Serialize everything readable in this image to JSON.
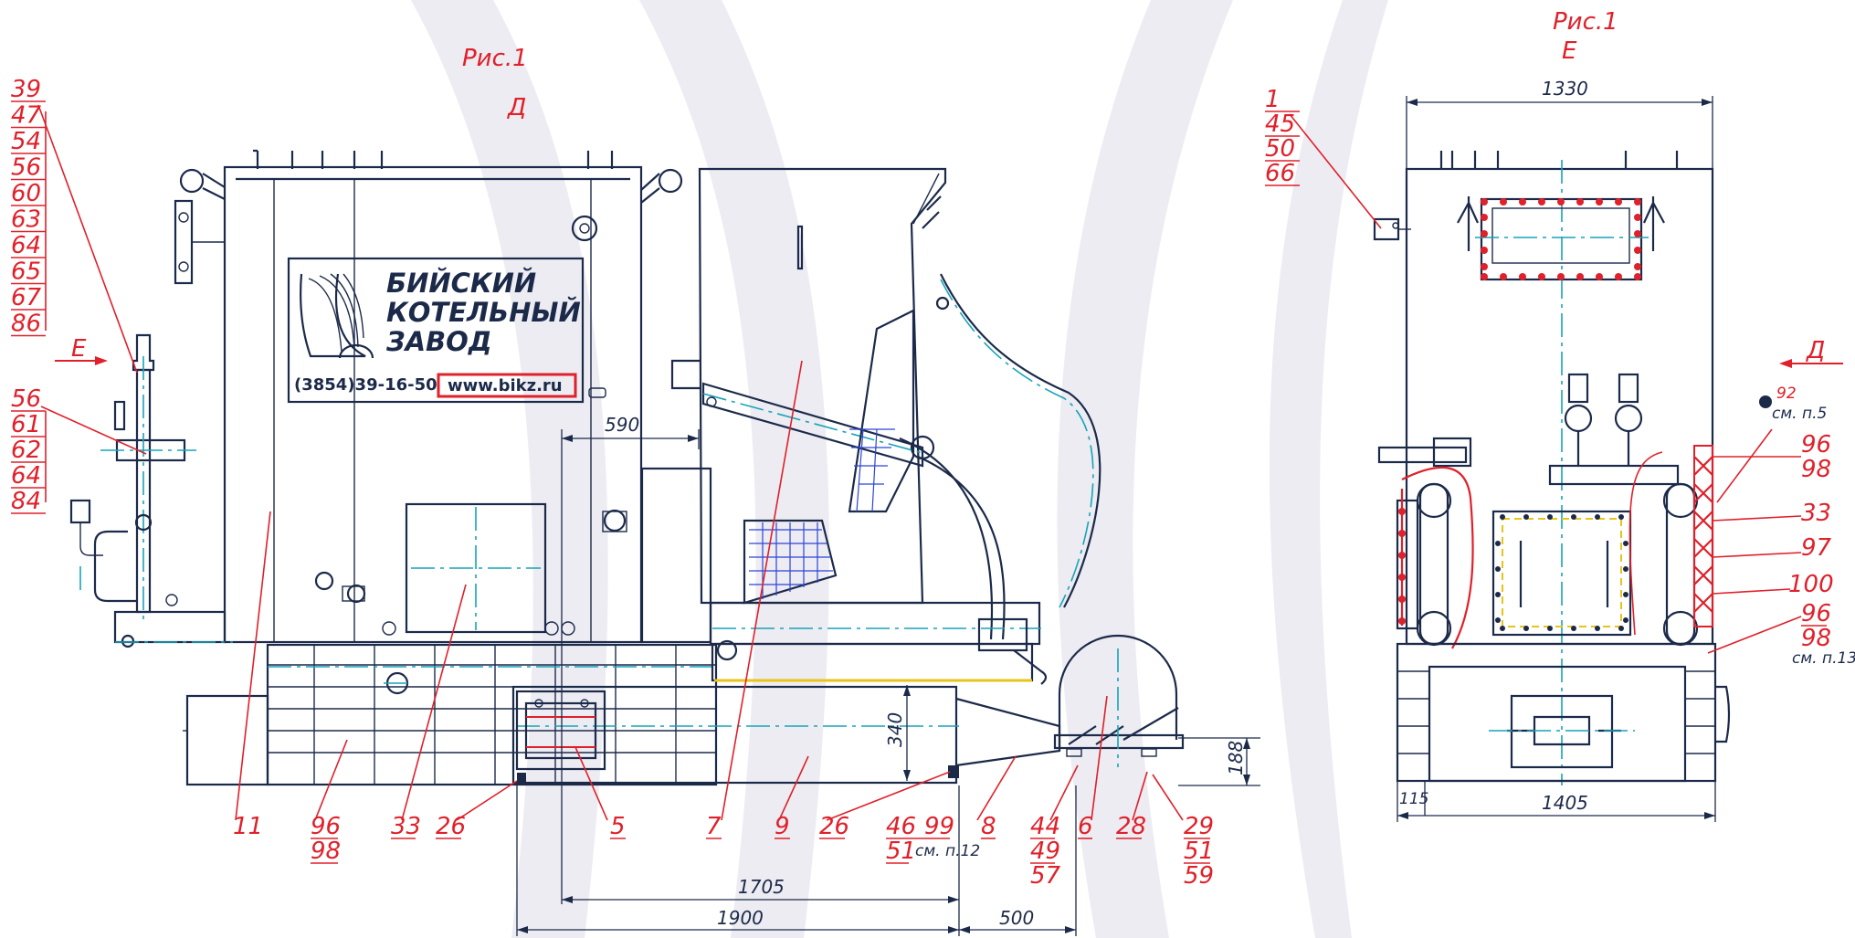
{
  "colors": {
    "outline": "#1c2a4a",
    "axis": "#17a3b8",
    "callout": "#e0202a",
    "hatch": "#2c43d8",
    "weld": "#e7c41a"
  },
  "figure_labels": {
    "left_fig": "Рис.1",
    "left_view": "Д",
    "right_fig": "Рис.1",
    "right_view": "Е",
    "arrow_e": "Е",
    "arrow_d": "Д"
  },
  "plate": {
    "line1": "БИЙСКИЙ",
    "line2": "КОТЕЛЬНЫЙ",
    "line3": "ЗАВОД",
    "phone": "(3854)39-16-50",
    "url": "www.bikz.ru"
  },
  "left_dimensions": {
    "d590": "590",
    "d340": "340",
    "d188": "188",
    "d1705": "1705",
    "d1900": "1900",
    "d500": "500"
  },
  "right_dimensions": {
    "d1330": "1330",
    "d1405": "1405",
    "d115": "115"
  },
  "left_callout_stack": [
    "39",
    "47",
    "54",
    "56",
    "60",
    "63",
    "64",
    "65",
    "67",
    "86"
  ],
  "left_callout_stack2": [
    "56",
    "61",
    "62",
    "64",
    "84"
  ],
  "bottom_callouts": {
    "c11": "11",
    "c96": "96",
    "c98": "98",
    "c33": "33",
    "c26a": "26",
    "c5": "5",
    "c7": "7",
    "c9": "9",
    "c26b": "26",
    "c46": "46",
    "c99": "99",
    "c51": "51",
    "note12": "см. п.12",
    "c8": "8",
    "c44": "44",
    "c49": "49",
    "c57": "57",
    "c6": "6",
    "c28": "28",
    "c29": "29",
    "c51b": "51",
    "c59": "59"
  },
  "right_callouts": {
    "top_stack": [
      "1",
      "45",
      "50",
      "66"
    ],
    "c92": "92",
    "note5": "см. п.5",
    "c96a": "96",
    "c98a": "98",
    "c33": "33",
    "c97": "97",
    "c100": "100",
    "c96b": "96",
    "c98b": "98",
    "note13": "см. п.13"
  }
}
